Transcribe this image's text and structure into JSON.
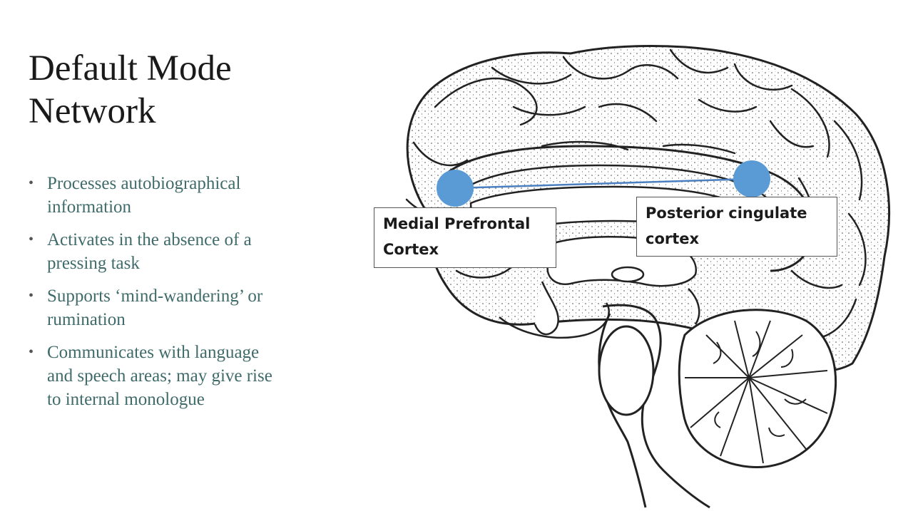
{
  "title": {
    "line1": "Default Mode",
    "line2": "Network"
  },
  "bullets": [
    {
      "line1": "Processes autobiographical",
      "line2": "information"
    },
    {
      "line1": "Activates in the absence of a",
      "line2": "pressing task"
    },
    {
      "line1": "Supports ‘mind-wandering’ or",
      "line2": "rumination"
    },
    {
      "line1": "Communicates with language",
      "line2": "and speech areas; may give rise",
      "line3": "to internal monologue"
    }
  ],
  "labels": {
    "mpfc": {
      "line1": "Medial Prefrontal",
      "line2": "Cortex"
    },
    "pcc": {
      "line1": "Posterior cingulate",
      "line2": "cortex"
    }
  },
  "colors": {
    "title": "#1a1a1a",
    "bullet_text": "#3f6b6a",
    "node_fill": "#5b9bd5",
    "connector": "#4a7fc0",
    "outline": "#222222"
  }
}
